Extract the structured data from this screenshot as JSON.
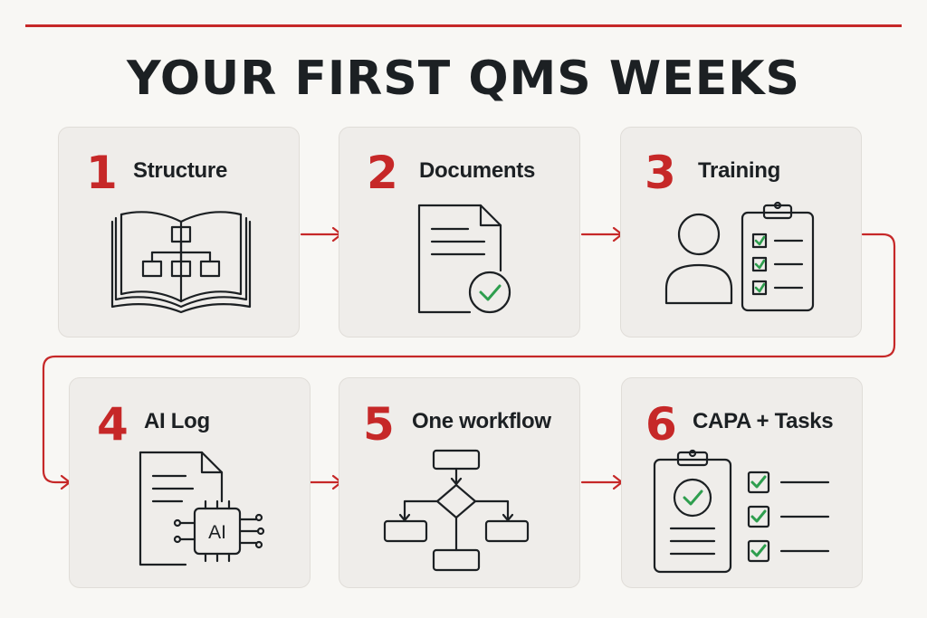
{
  "title": "YOUR FIRST QMS WEEKS",
  "colors": {
    "accent": "#c62828",
    "check": "#2e9e4e",
    "ink": "#1c2023",
    "card": "#efedea",
    "background": "#f8f7f4"
  },
  "steps": [
    {
      "number": "1",
      "label": "Structure",
      "icon": "book-org-chart-icon"
    },
    {
      "number": "2",
      "label": "Documents",
      "icon": "document-check-icon"
    },
    {
      "number": "3",
      "label": "Training",
      "icon": "person-clipboard-icon"
    },
    {
      "number": "4",
      "label": "AI Log",
      "icon": "document-ai-chip-icon",
      "icon_text": "AI"
    },
    {
      "number": "5",
      "label": "One workflow",
      "icon": "flowchart-icon"
    },
    {
      "number": "6",
      "label": "CAPA + Tasks",
      "icon": "clipboard-checklist-icon"
    }
  ]
}
